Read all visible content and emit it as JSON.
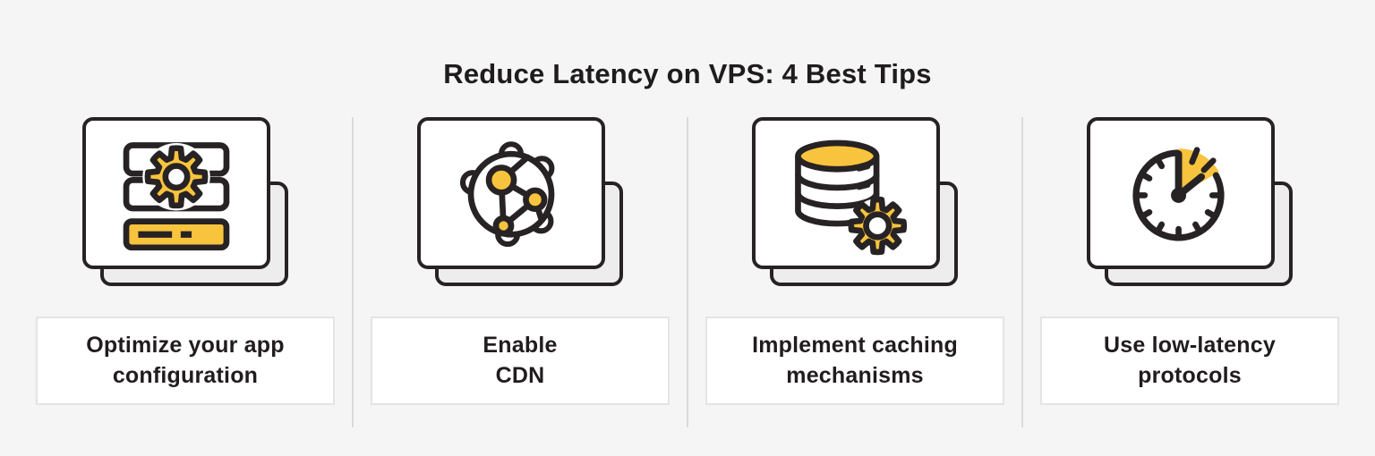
{
  "title": "Reduce Latency on VPS: 4 Best Tips",
  "colors": {
    "accent_yellow": "#F9C43D",
    "ink": "#272324",
    "background": "#F5F5F5",
    "card_face": "#FFFFFF",
    "card_shadow": "#EDEDED",
    "divider": "#DBDBDB",
    "label_border": "#E4E4E4"
  },
  "tips": [
    {
      "label": "Optimize your app\nconfiguration",
      "icon": "app-config-server-icon"
    },
    {
      "label": "Enable\nCDN",
      "icon": "cdn-globe-network-icon"
    },
    {
      "label": "Implement caching\nmechanisms",
      "icon": "database-cache-gear-icon"
    },
    {
      "label": "Use low-latency\nprotocols",
      "icon": "low-latency-timer-icon"
    }
  ]
}
